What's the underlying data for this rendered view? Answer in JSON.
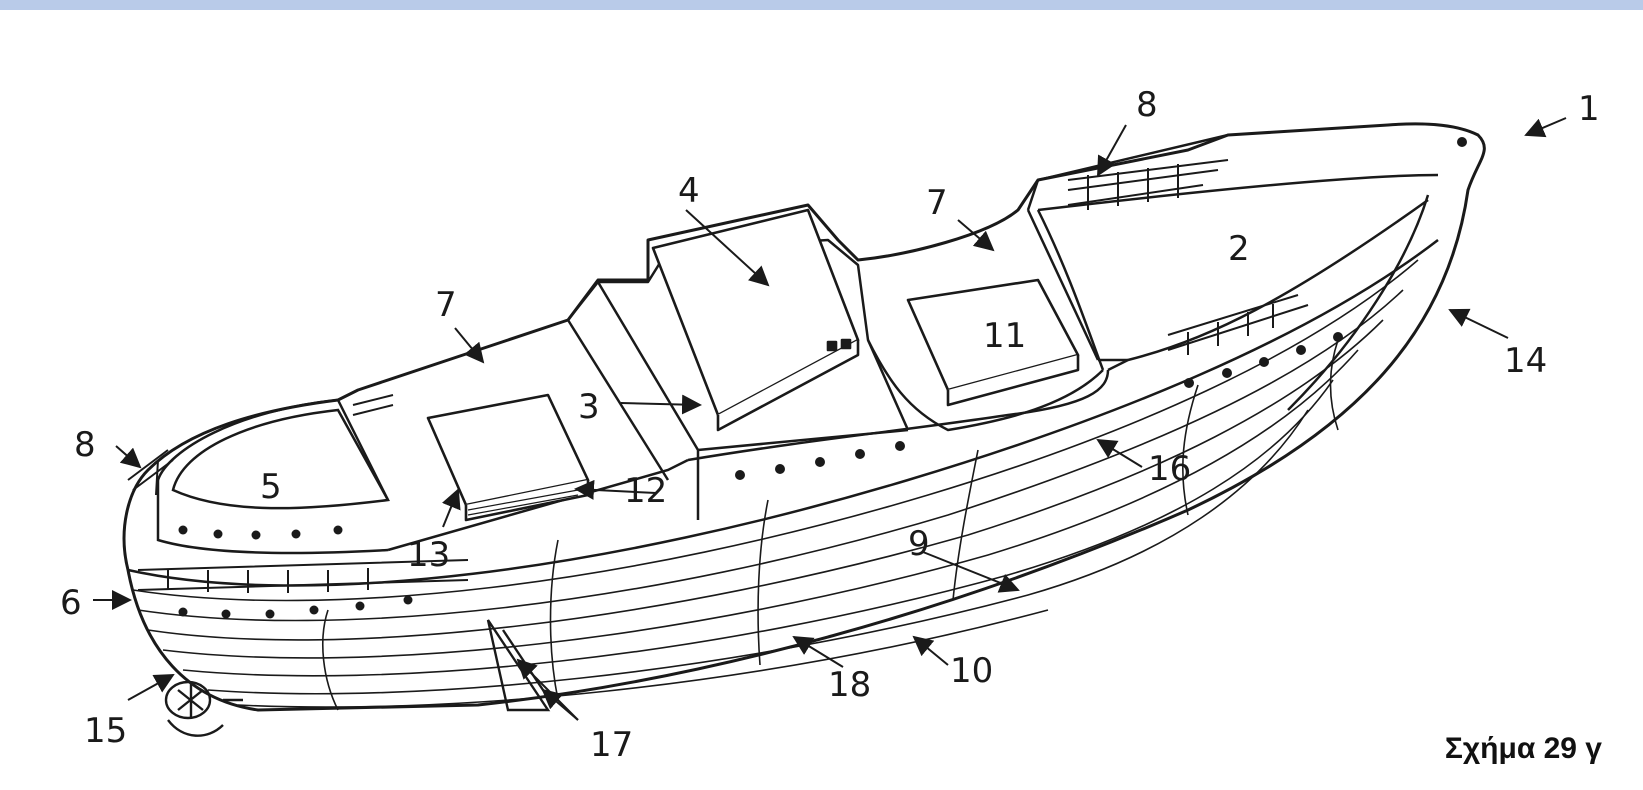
{
  "caption": "Σχήμα 29 γ",
  "callouts": {
    "c1": "1",
    "c2": "2",
    "c3": "3",
    "c4": "4",
    "c5": "5",
    "c6": "6",
    "c7a": "7",
    "c7b": "7",
    "c8a": "8",
    "c8b": "8",
    "c9": "9",
    "c10": "10",
    "c11": "11",
    "c12": "12",
    "c13": "13",
    "c14": "14",
    "c15": "15",
    "c16": "16",
    "c17": "17",
    "c18": "18"
  },
  "colors": {
    "ink": "#1a1a1a",
    "paper": "#ffffff",
    "frame": "#b9cbe9"
  }
}
